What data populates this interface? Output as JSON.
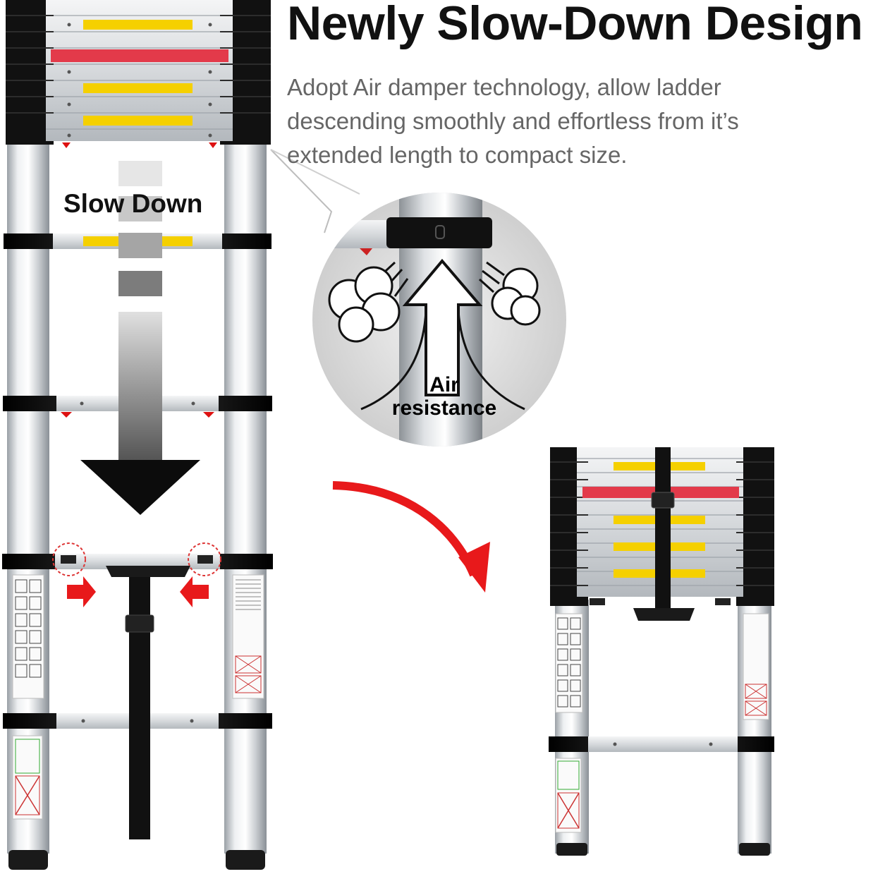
{
  "headline": "Newly Slow-Down Design",
  "description": "Adopt Air damper technology, allow ladder descending smoothly and effortless from it’s extended length to compact size.",
  "slow_down_label": "Slow Down",
  "air_label_line1": "Air",
  "air_label_line2": "resistance",
  "colors": {
    "accent_red": "#e8191b",
    "label_yellow": "#f5d000",
    "rail_silver": "#d9dcdf",
    "band_black": "#141414"
  }
}
